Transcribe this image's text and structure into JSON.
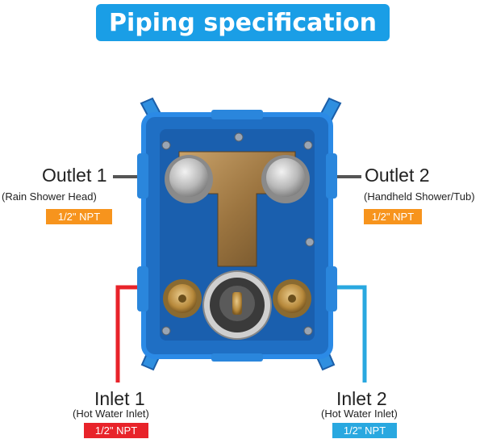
{
  "title": "Piping specification",
  "outlet1": {
    "name": "Outlet 1",
    "desc": "(Rain Shower Head)",
    "spec": "1/2\" NPT"
  },
  "outlet2": {
    "name": "Outlet 2",
    "desc": "(Handheld Shower/Tub)",
    "spec": "1/2\" NPT"
  },
  "inlet1": {
    "name": "Inlet 1",
    "desc": "(Hot Water Inlet)",
    "spec": "1/2\" NPT"
  },
  "inlet2": {
    "name": "Inlet 2",
    "desc": "(Hot Water Inlet)",
    "spec": "1/2\" NPT"
  },
  "colors": {
    "banner": "#1a9ee6",
    "box": "#1f6fc4",
    "hot": "#e8232a",
    "cold": "#29a8e0",
    "outlet_badge": "#f7941d",
    "leader": "#555555"
  }
}
